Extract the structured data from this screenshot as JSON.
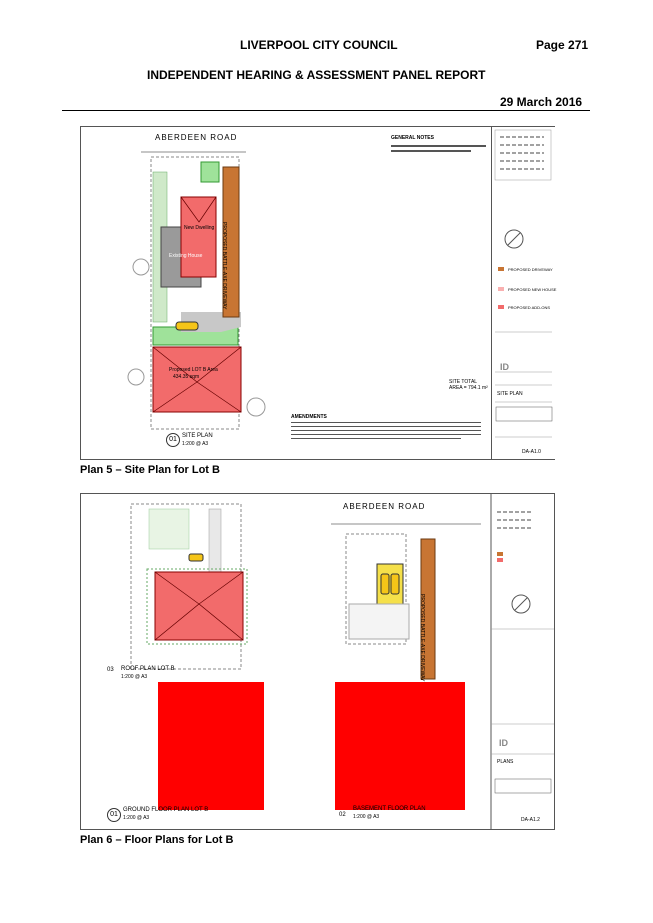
{
  "header": {
    "council": "LIVERPOOL CITY COUNCIL",
    "page": "Page 271",
    "report_title": "INDEPENDENT HEARING & ASSESSMENT PANEL REPORT",
    "date": "29 March 2016"
  },
  "plan5": {
    "caption": "Plan 5 – Site Plan for Lot B",
    "road": "ABERDEEN ROAD",
    "existing_house": "Existing House",
    "new_dwelling": "New Dwelling",
    "proposed_lot": "Proposed LOT B Area",
    "proposed_lot_area": "434.35 sqm",
    "view_number": "01",
    "view_title": "SITE PLAN",
    "view_scale": "1:200 @ A3",
    "driveway_label": "PROPOSED BATTLE-AXE DRIVEWAY",
    "site_total": "SITE TOTAL",
    "area": "AREA = 794.1 m²",
    "legend": [
      "PROPOSED DRIVEWAY",
      "PROPOSED NEW HOUSE",
      "PROPOSED ADD-ONS"
    ],
    "sheet_title": "SITE PLAN",
    "sheet_no": "DA-A1.0",
    "notes_title": "GENERAL NOTES",
    "amendments_title": "AMENDMENTS"
  },
  "plan6": {
    "caption": "Plan 6 – Floor Plans for Lot B",
    "road": "ABERDEEN ROAD",
    "roof_number": "03",
    "roof_title": "ROOF PLAN LOT B",
    "roof_scale": "1:200 @ A3",
    "ground_number": "01",
    "ground_title": "GROUND FLOOR PLAN LOT B",
    "ground_scale": "1:200 @ A3",
    "basement_number": "02",
    "basement_title": "BASEMENT FLOOR PLAN",
    "basement_scale": "1:200 @ A3",
    "driveway_label": "PROPOSED BATTLE-AXE DRIVEWAY",
    "sheet_title": "PLANS",
    "sheet_no": "DA-A1.2"
  },
  "colors": {
    "redaction": "#ff0000",
    "roof": "#f26b6b",
    "driveway": "#c87533",
    "landscape": "#9fe29a",
    "paving": "#c8c8c8"
  }
}
